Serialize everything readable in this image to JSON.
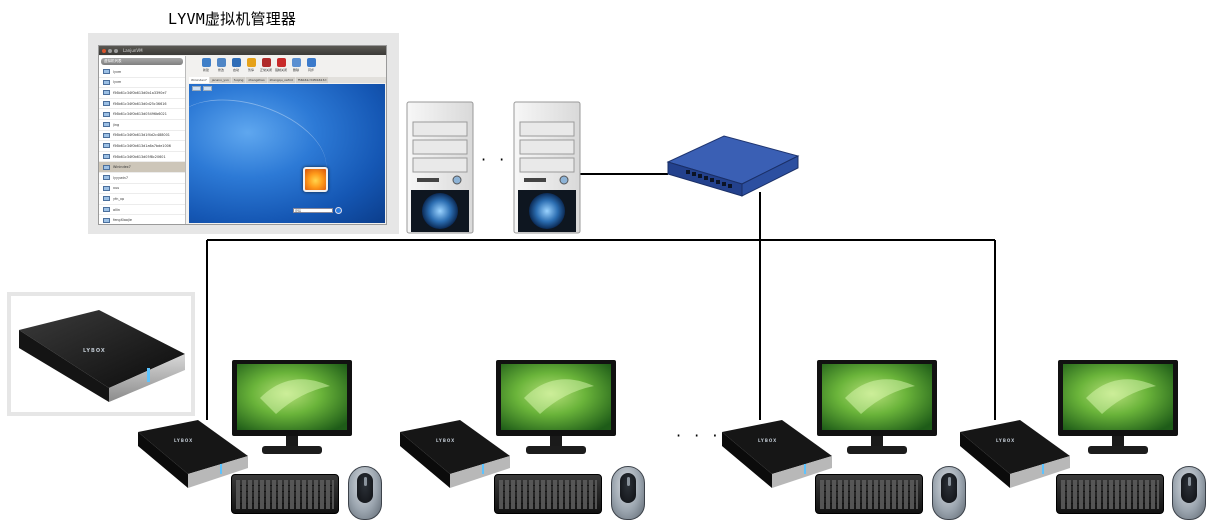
{
  "title": "LYVM虚拟机管理器",
  "vm_manager": {
    "window_title": "LanjunVM",
    "sidebar_header": "虚拟机列表",
    "vms": [
      {
        "name": "lyvm"
      },
      {
        "name": "lyvm"
      },
      {
        "name": "f56b61c34f0b613d0b1a3390e7"
      },
      {
        "name": "f56b61c34f0b613d0d25c36616"
      },
      {
        "name": "f56b61c34f0b613d05496b6021"
      },
      {
        "name": "jing"
      },
      {
        "name": "f56b61c34f0b613d1f4d2c488001"
      },
      {
        "name": "f56b61c34f0b613d1a6a7bde1006"
      },
      {
        "name": "f56b61c34f0b613d05f8c20601"
      },
      {
        "name": "Winindex7",
        "selected": true
      },
      {
        "name": "lyyywin7"
      },
      {
        "name": "xuu"
      },
      {
        "name": "yfn_xp"
      },
      {
        "name": "allin"
      },
      {
        "name": "fengXiaojie"
      }
    ],
    "toolbar": [
      {
        "label": "新建",
        "color": "#3f7fc8"
      },
      {
        "label": "修改",
        "color": "#4f86c6"
      },
      {
        "label": "启动",
        "color": "#2f6db7"
      },
      {
        "label": "暂停",
        "color": "#e6a21a"
      },
      {
        "label": "正常关闭",
        "color": "#b02a2a"
      },
      {
        "label": "强制关闭",
        "color": "#c82a2a"
      },
      {
        "label": "删除",
        "color": "#5a8fd1"
      },
      {
        "label": "同步",
        "color": "#3b7acb"
      }
    ],
    "tabs": [
      {
        "label": "Winindex7",
        "active": true
      },
      {
        "label": "janano_yvn"
      },
      {
        "label": "fuqing"
      },
      {
        "label": "zhangzhao"
      },
      {
        "label": "zhangqu_oafrid"
      },
      {
        "label": "f56b61c34f0b613d"
      }
    ],
    "password_placeholder": "密码"
  },
  "product": {
    "brand": "LYBOX"
  },
  "diagram": {
    "servers": 2,
    "server_gap_label": "· · ·",
    "client_gap_label": "· · ·",
    "clients": 4
  }
}
